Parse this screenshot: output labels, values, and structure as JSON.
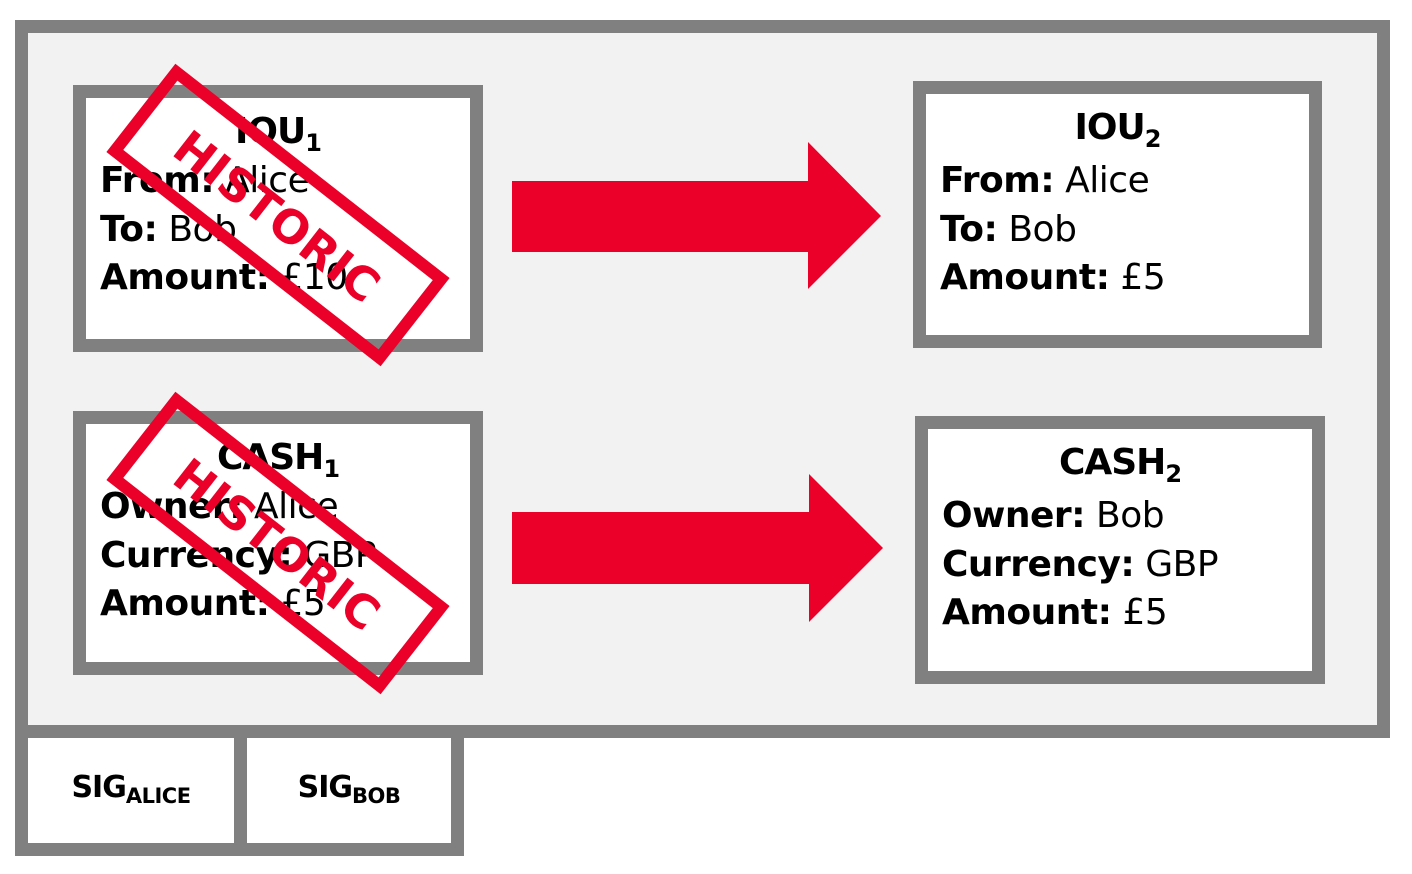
{
  "colors": {
    "frame": "#808080",
    "panel": "#f2f2f2",
    "arrow": "#eb0029",
    "stamp": "#eb0029"
  },
  "inputs": {
    "iou": {
      "name": "IOU",
      "sub": "1",
      "from_label": "From:",
      "from": "Alice",
      "to_label": "To:",
      "to": "Bob",
      "amount_label": "Amount:",
      "amount": "£10",
      "stamp": "HISTORIC"
    },
    "cash": {
      "name": "CASH",
      "sub": "1",
      "owner_label": "Owner:",
      "owner": "Alice",
      "currency_label": "Currency:",
      "currency": "GBP",
      "amount_label": "Amount:",
      "amount": "£5",
      "stamp": "HISTORIC"
    }
  },
  "outputs": {
    "iou": {
      "name": "IOU",
      "sub": "2",
      "from_label": "From:",
      "from": "Alice",
      "to_label": "To:",
      "to": "Bob",
      "amount_label": "Amount:",
      "amount": "£5"
    },
    "cash": {
      "name": "CASH",
      "sub": "2",
      "owner_label": "Owner:",
      "owner": "Bob",
      "currency_label": "Currency:",
      "currency": "GBP",
      "amount_label": "Amount:",
      "amount": "£5"
    }
  },
  "signatures": [
    {
      "name": "SIG",
      "sub": "ALICE"
    },
    {
      "name": "SIG",
      "sub": "BOB"
    }
  ]
}
